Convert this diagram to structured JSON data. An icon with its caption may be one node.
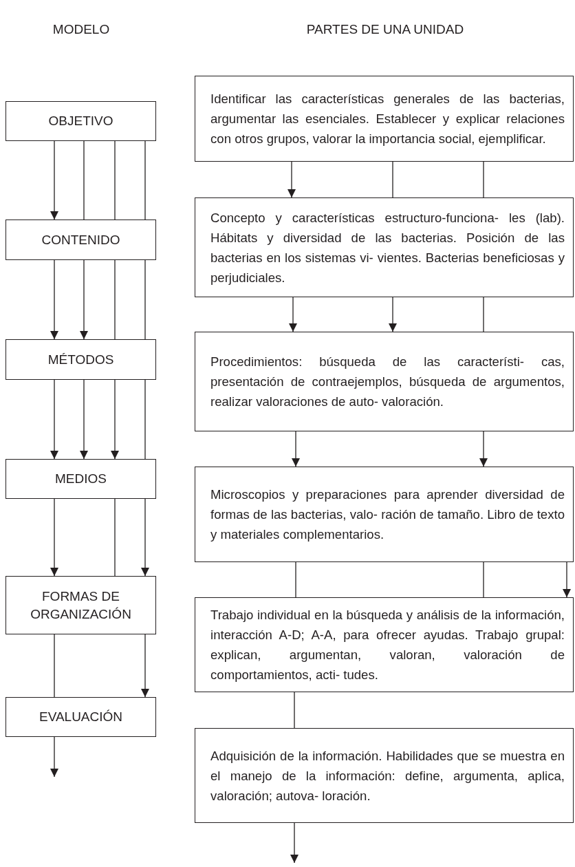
{
  "diagram": {
    "nodes": [
      {
        "text": [
          "OBJETIVO"
        ]
      },
      {
        "text": [
          "CONTENIDO"
        ]
      },
      {
        "text": [
          "MÉTODOS"
        ]
      },
      {
        "text": [
          "MEDIOS"
        ]
      },
      {
        "text": [
          "FORMAS DE ORGANIZACIÓN"
        ]
      },
      {
        "text": [
          "EVALUACIÓN"
        ]
      },
      {
        "text": [
          "Identificar las características generales de las bacterias, argumentar las esenciales. Establecer y explicar relaciones con otros grupos, valorar la importancia social, ejemplificar."
        ]
      },
      {
        "text": [
          "Concepto y características estructuro-funciona- les (lab). Hábitats y diversidad de las bacterias. Posición de las bacterias en los sistemas vi- vientes. Bacterias beneficiosas y perjudiciales."
        ]
      },
      {
        "text": [
          "Procedimientos: búsqueda de las característi- cas, presentación de contraejemplos, búsqueda de argumentos, realizar valoraciones de auto- valoración."
        ]
      },
      {
        "text": [
          "Microscopios y preparaciones para aprender diversidad de formas de las bacterias, valo- ración de tamaño. Libro de texto y materiales complementarios."
        ]
      },
      {
        "text": [
          "Trabajo individual en la búsqueda y análisis de la información, interacción A-D; A-A, para ofrecer ayudas. Trabajo grupal: explican, argumentan, valoran, valoración de comportamientos, acti- tudes."
        ]
      },
      {
        "text": [
          "Adquisición de la información. Habilidades que se muestra en el manejo de la información: define, argumenta, aplica, valoración; autova- loración."
        ]
      }
    ],
    "edges": [
      {
        "from": 0,
        "to": 1,
        "arrow": "to"
      },
      {
        "from": 0,
        "to": 1,
        "arrow": "none"
      },
      {
        "from": 0,
        "to": 1,
        "arrow": "none"
      },
      {
        "from": 0,
        "to": 1,
        "arrow": "none"
      },
      {
        "from": 1,
        "to": 2,
        "arrow": "to"
      },
      {
        "from": 1,
        "to": 2,
        "arrow": "to"
      },
      {
        "from": 1,
        "to": 2,
        "arrow": "none"
      },
      {
        "from": 1,
        "to": 2,
        "arrow": "none"
      },
      {
        "from": 2,
        "to": 3,
        "arrow": "to"
      },
      {
        "from": 2,
        "to": 3,
        "arrow": "to"
      },
      {
        "from": 2,
        "to": 3,
        "arrow": "to"
      },
      {
        "from": 2,
        "to": 3,
        "arrow": "none"
      },
      {
        "from": 3,
        "to": 4,
        "arrow": "to"
      },
      {
        "from": 3,
        "to": 4,
        "arrow": "none"
      },
      {
        "from": 3,
        "to": 4,
        "arrow": "to"
      },
      {
        "from": 4,
        "to": 5,
        "arrow": "none"
      },
      {
        "from": 4,
        "to": 5,
        "arrow": "to"
      },
      {
        "from": 5,
        "to": null,
        "arrow": "to"
      },
      {
        "from": 6,
        "to": 7,
        "arrow": "to"
      },
      {
        "from": 6,
        "to": 7,
        "arrow": "none"
      },
      {
        "from": 6,
        "to": 7,
        "arrow": "none"
      },
      {
        "from": 7,
        "to": 8,
        "arrow": "to"
      },
      {
        "from": 7,
        "to": 8,
        "arrow": "to"
      },
      {
        "from": 7,
        "to": 8,
        "arrow": "none"
      },
      {
        "from": 8,
        "to": 9,
        "arrow": "to"
      },
      {
        "from": 8,
        "to": 9,
        "arrow": "to"
      },
      {
        "from": 9,
        "to": 10,
        "arrow": "none"
      },
      {
        "from": 9,
        "to": 10,
        "arrow": "none"
      },
      {
        "from": 9,
        "to": 10,
        "arrow": "to"
      },
      {
        "from": 10,
        "to": 11,
        "arrow": "none"
      },
      {
        "from": 11,
        "to": null,
        "arrow": "to"
      }
    ],
    "labels": [
      "MODELO",
      "PARTES DE UNA UNIDAD"
    ]
  }
}
